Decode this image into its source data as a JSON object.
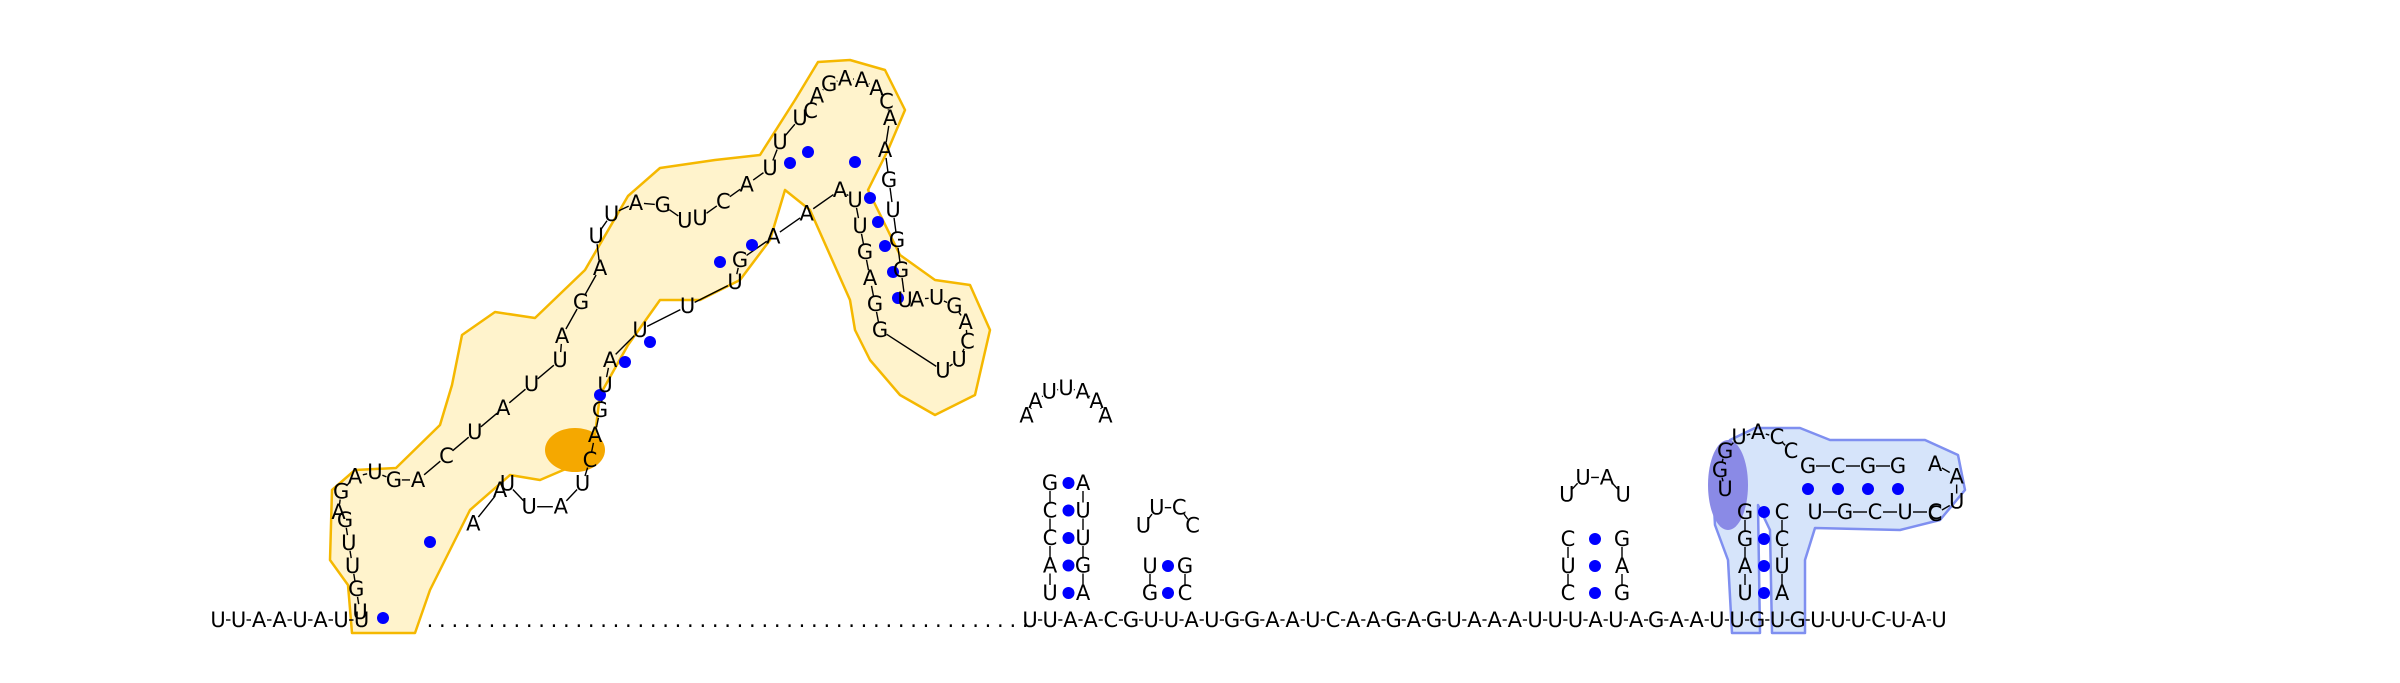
{
  "colors": {
    "background": "#ffffff",
    "nucleotide_text": "#000000",
    "base_pair_dot": "#0000ff",
    "backbone_link": "#000000",
    "unpaired_dots": "#000000",
    "highlight_orange_fill": "#fff3cc",
    "highlight_orange_stroke": "#f5b800",
    "highlight_orange_strong": "#f5a800",
    "highlight_blue_fill": "#d6e4fa",
    "highlight_blue_stroke": "#7f8ff0",
    "highlight_blue_strong": "#8a8ae6"
  },
  "structure": {
    "five_prime_segment": "UUAAUAUU",
    "dot_linker": ".................................................",
    "main_backbone": "UUAACGUUAUGGAAUCAAGAGUAAAUUUAUAGAAUUGUGUUUCUAU",
    "hairpin_1": {
      "left_stem": [
        "U",
        "A",
        "C",
        "C",
        "G"
      ],
      "loop": [
        "A",
        "A",
        "U",
        "U",
        "A",
        "A",
        "A"
      ],
      "right_stem": [
        "A",
        "U",
        "U",
        "G",
        "A"
      ]
    },
    "hairpin_2": {
      "left_stem": [
        "G",
        "U"
      ],
      "loop": [
        "U",
        "U",
        "C",
        "C"
      ],
      "right_stem": [
        "G",
        "C"
      ]
    },
    "hairpin_3": {
      "left_stem": [
        "C",
        "U",
        "C"
      ],
      "loop": [
        "U",
        "U",
        "A",
        "U"
      ],
      "right_stem": [
        "G",
        "A",
        "G"
      ]
    },
    "pseudoknot_region": {
      "left_stem": [
        "U",
        "A",
        "G",
        "G"
      ],
      "loop_unpaired": [
        "U",
        "G",
        "G",
        "U",
        "A",
        "C",
        "C"
      ],
      "upper_stem": [
        "G",
        "C",
        "G",
        "G"
      ],
      "tip_loop": [
        "A",
        "A",
        "U",
        "C"
      ],
      "lower_stem": [
        "C",
        "U",
        "C",
        "G",
        "U"
      ],
      "right_stem": [
        "C",
        "C",
        "U",
        "A"
      ]
    },
    "large_domain": {
      "sequence_labels": [
        "U",
        "G",
        "U",
        "U",
        "G",
        "A",
        "G",
        "A",
        "U",
        "G",
        "A",
        "C",
        "U",
        "A",
        "U",
        "U",
        "A",
        "G",
        "A",
        "U",
        "U",
        "A",
        "G",
        "U",
        "U",
        "C",
        "A",
        "U",
        "U",
        "U",
        "C",
        "A",
        "G",
        "A",
        "A",
        "A",
        "C",
        "A",
        "A",
        "G",
        "U",
        "G",
        "G",
        "U",
        "A",
        "U",
        "G",
        "A",
        "C",
        "U",
        "U",
        "G",
        "G",
        "A",
        "G",
        "U",
        "U",
        "A",
        "A",
        "A",
        "G",
        "U",
        "U",
        "U",
        "A",
        "U",
        "G",
        "A",
        "C",
        "U",
        "A",
        "U",
        "U",
        "A",
        "A"
      ]
    }
  }
}
